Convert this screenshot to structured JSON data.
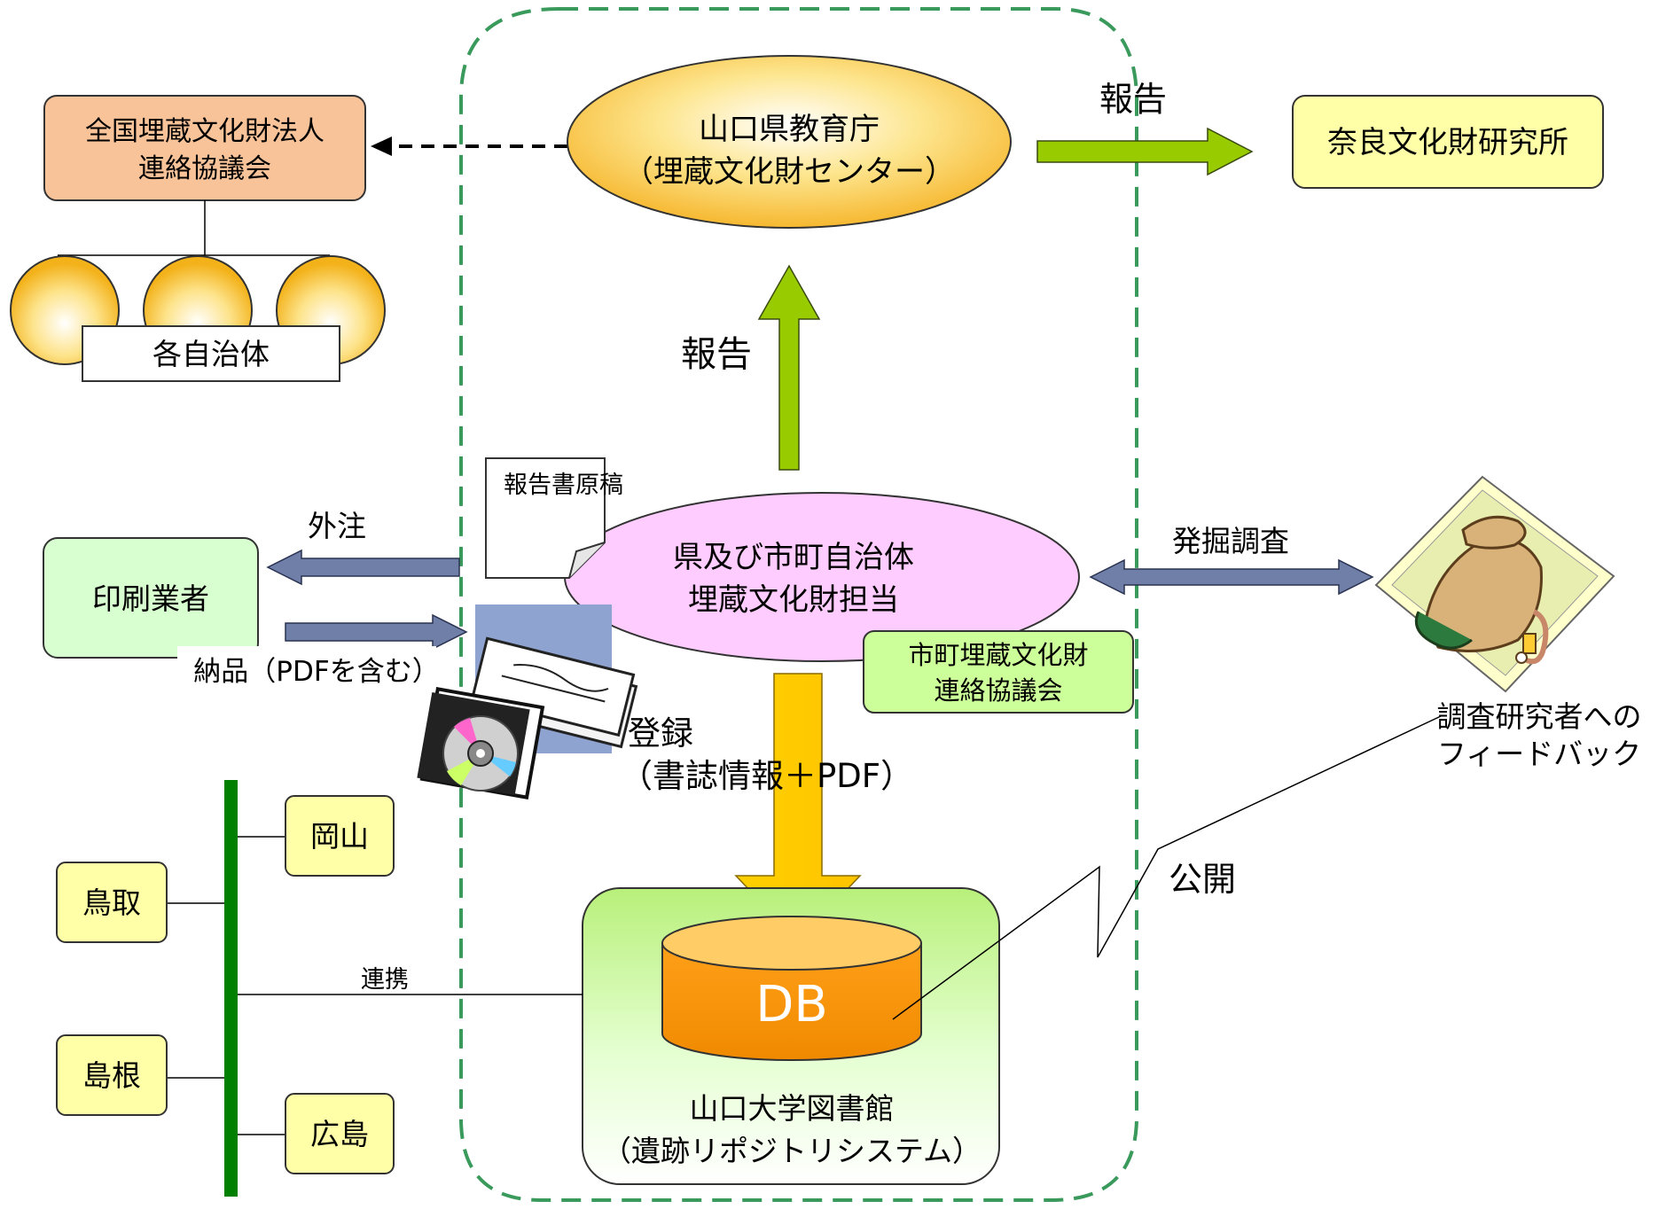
{
  "colors": {
    "green_dashed_border": "#3a9a5c",
    "orange_box": "#f9c39a",
    "yellow_box": "#ffffa8",
    "light_green_box": "#d8ffd0",
    "lime_green_box": "#ccff99",
    "green_arrow": "#99cc00",
    "gold_arrow": "#ffcc00",
    "slate_arrow": "#6f7fa8",
    "db_orange": "#ff9900",
    "pink_ellipse": "#ffccff",
    "vertical_bar": "#008000"
  },
  "nodes": {
    "national_council": {
      "line1": "全国埋蔵文化財法人",
      "line2": "連絡協議会"
    },
    "local_governments": {
      "label": "各自治体"
    },
    "yamaguchi_board": {
      "line1": "山口県教育庁",
      "line2": "（埋蔵文化財センター）"
    },
    "nara_institute": {
      "label": "奈良文化財研究所"
    },
    "prefecture_municipal": {
      "line1": "県及び市町自治体",
      "line2": "埋蔵文化財担当"
    },
    "manuscript_doc": {
      "label": "報告書原稿"
    },
    "printer": {
      "label": "印刷業者"
    },
    "municipal_council": {
      "line1": "市町埋蔵文化財",
      "line2": "連絡協議会"
    },
    "researcher": {
      "line1": "調査研究者への",
      "line2": "フィードバック"
    },
    "library": {
      "line1": "山口大学図書館",
      "line2": "（遺跡リポジトリシステム）"
    },
    "database": {
      "label": "DB"
    },
    "okayama": {
      "label": "岡山"
    },
    "tottori": {
      "label": "鳥取"
    },
    "shimane": {
      "label": "島根"
    },
    "hiroshima": {
      "label": "広島"
    }
  },
  "edges": {
    "report_to_nara": {
      "label": "報告"
    },
    "report_up": {
      "label": "報告"
    },
    "outsource": {
      "label": "外注"
    },
    "delivery": {
      "label": "納品（PDFを含む）"
    },
    "excavation": {
      "label": "発掘調査"
    },
    "registration": {
      "line1": "登録",
      "line2": "（書誌情報＋PDF）"
    },
    "publish": {
      "label": "公開"
    },
    "cooperation": {
      "label": "連携"
    }
  },
  "icons": {
    "report_cd": "report-and-cd-icon",
    "excavator": "archaeologist-excavating-icon"
  }
}
